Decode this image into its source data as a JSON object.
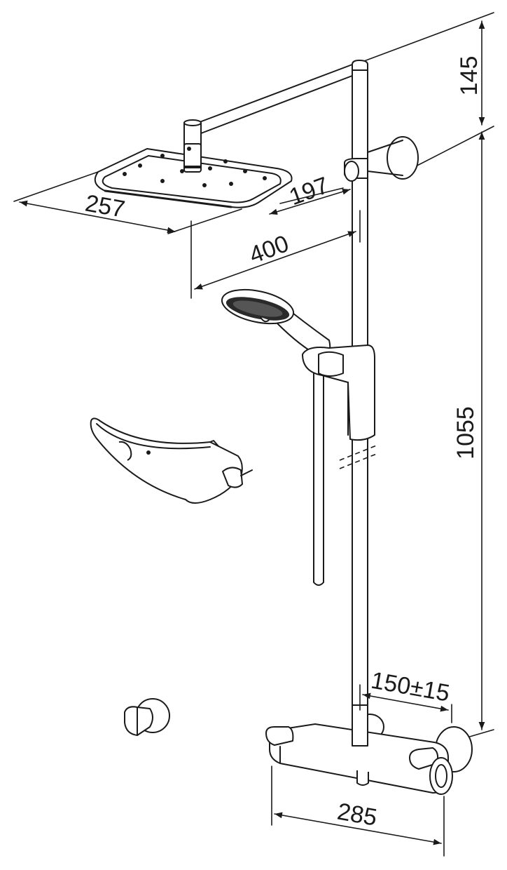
{
  "dimensions": {
    "top_offset": "145",
    "arm_depth": "197",
    "head_width": "257",
    "arm_length": "400",
    "rail_height": "1055",
    "inlet_spacing": "150±15",
    "mixer_width": "285"
  }
}
